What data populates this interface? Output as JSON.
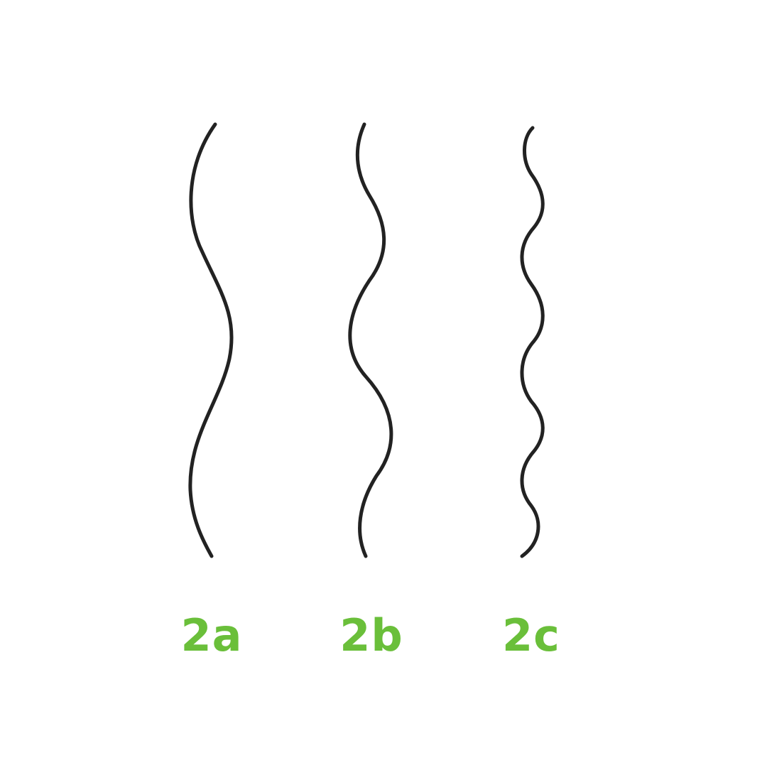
{
  "labels": {
    "a": "2a",
    "b": "2b",
    "c": "2c"
  },
  "colors": {
    "strand": "#222222",
    "label": "#6abf3a",
    "background": "#ffffff"
  }
}
